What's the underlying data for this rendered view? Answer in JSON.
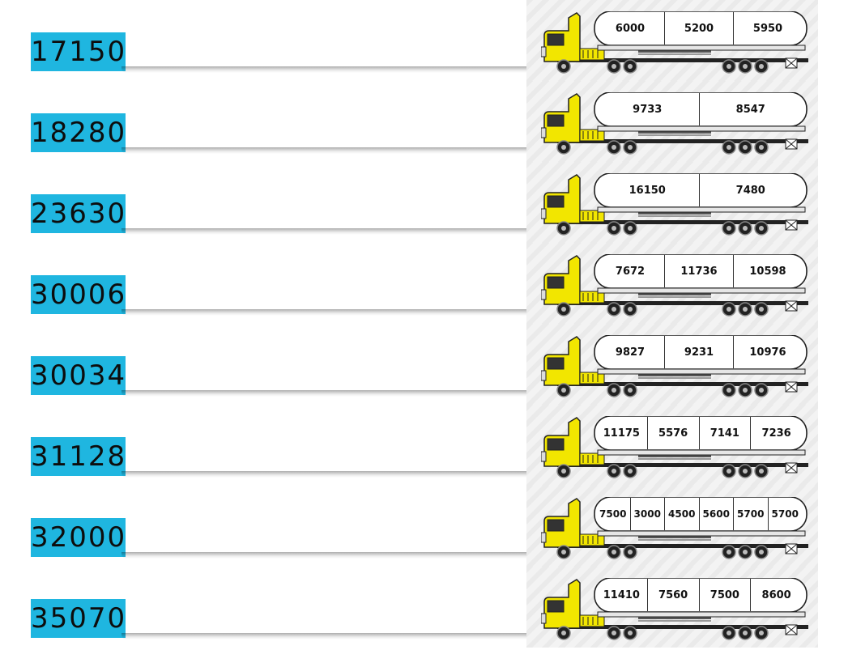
{
  "rows": [
    {
      "total": "17150",
      "compartments": [
        "6000",
        "5200",
        "5950"
      ]
    },
    {
      "total": "18280",
      "compartments": [
        "9733",
        "8547"
      ]
    },
    {
      "total": "23630",
      "compartments": [
        "16150",
        "7480"
      ]
    },
    {
      "total": "30006",
      "compartments": [
        "7672",
        "11736",
        "10598"
      ]
    },
    {
      "total": "30034",
      "compartments": [
        "9827",
        "9231",
        "10976"
      ]
    },
    {
      "total": "31128",
      "compartments": [
        "11175",
        "5576",
        "7141",
        "7236"
      ]
    },
    {
      "total": "32000",
      "compartments": [
        "7500",
        "3000",
        "4500",
        "5600",
        "5700",
        "5700"
      ]
    },
    {
      "total": "35070",
      "compartments": [
        "11410",
        "7560",
        "7500",
        "8600"
      ]
    }
  ],
  "colors": {
    "badge": "#1fb6e0",
    "cab": "#f2e600",
    "tank": "#ffffff",
    "outline": "#222222"
  },
  "icons": {
    "truck": "tanker-truck-icon"
  }
}
